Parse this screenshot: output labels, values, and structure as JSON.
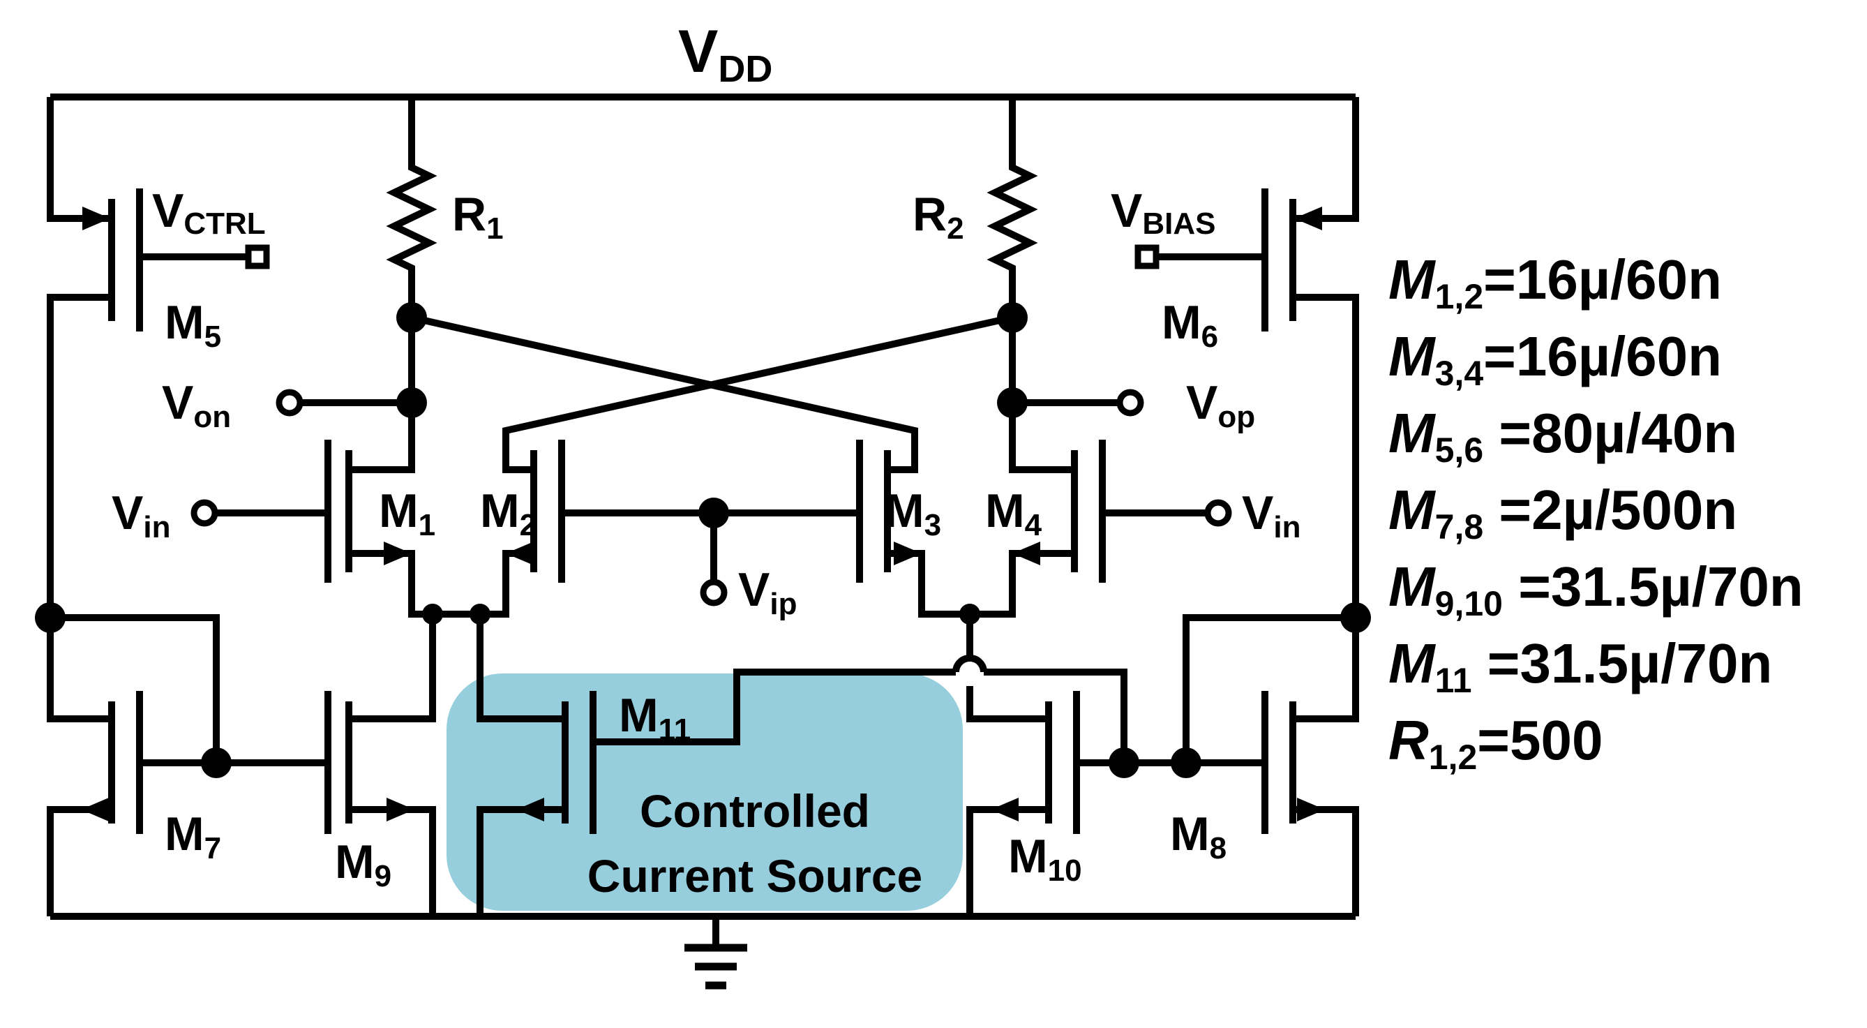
{
  "supply": {
    "main": "V",
    "sub": "DD"
  },
  "transistors": {
    "m1": {
      "main": "M",
      "sub": "1"
    },
    "m2": {
      "main": "M",
      "sub": "2"
    },
    "m3": {
      "main": "M",
      "sub": "3"
    },
    "m4": {
      "main": "M",
      "sub": "4"
    },
    "m5": {
      "main": "M",
      "sub": "5"
    },
    "m6": {
      "main": "M",
      "sub": "6"
    },
    "m7": {
      "main": "M",
      "sub": "7"
    },
    "m8": {
      "main": "M",
      "sub": "8"
    },
    "m9": {
      "main": "M",
      "sub": "9"
    },
    "m10": {
      "main": "M",
      "sub": "10"
    },
    "m11": {
      "main": "M",
      "sub": "11"
    }
  },
  "resistors": {
    "r1": {
      "main": "R",
      "sub": "1"
    },
    "r2": {
      "main": "R",
      "sub": "2"
    }
  },
  "nodes": {
    "vctrl": {
      "main": "V",
      "sub": "CTRL"
    },
    "vbias": {
      "main": "V",
      "sub": "BIAS"
    },
    "von": {
      "main": "V",
      "sub": "on"
    },
    "vop": {
      "main": "V",
      "sub": "op"
    },
    "vin_left": {
      "main": "V",
      "sub": "in"
    },
    "vin_right": {
      "main": "V",
      "sub": "in"
    },
    "vip": {
      "main": "V",
      "sub": "ip"
    }
  },
  "current_source_block": {
    "line1": "Controlled",
    "line2": "Current Source",
    "fill_color": "#96CEDD"
  },
  "specs": [
    {
      "main": "M",
      "sub": "1,2",
      "value": "=16µ/60n"
    },
    {
      "main": "M",
      "sub": "3,4",
      "value": "=16µ/60n"
    },
    {
      "main": "M",
      "sub": "5,6",
      "value": " =80µ/40n"
    },
    {
      "main": "M",
      "sub": "7,8",
      "value": " =2µ/500n"
    },
    {
      "main": "M",
      "sub": "9,10",
      "value": " =31.5µ/70n"
    },
    {
      "main": "M",
      "sub": "11",
      "value": " =31.5µ/70n"
    },
    {
      "main": "R",
      "sub": "1,2",
      "value": "=500"
    }
  ]
}
